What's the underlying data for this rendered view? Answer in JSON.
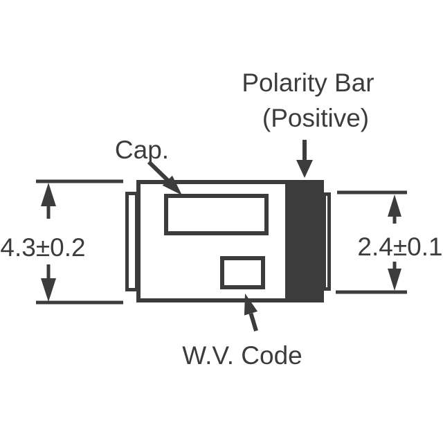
{
  "colors": {
    "ink": "#3c3c3c",
    "background": "#ffffff"
  },
  "labels": {
    "polarity_line1": "Polarity Bar",
    "polarity_line2": "(Positive)",
    "cap": "Cap.",
    "wv_code": "W.V. Code"
  },
  "dimensions": {
    "body_height": "4.3±0.2",
    "terminal_height": "2.4±0.1"
  }
}
